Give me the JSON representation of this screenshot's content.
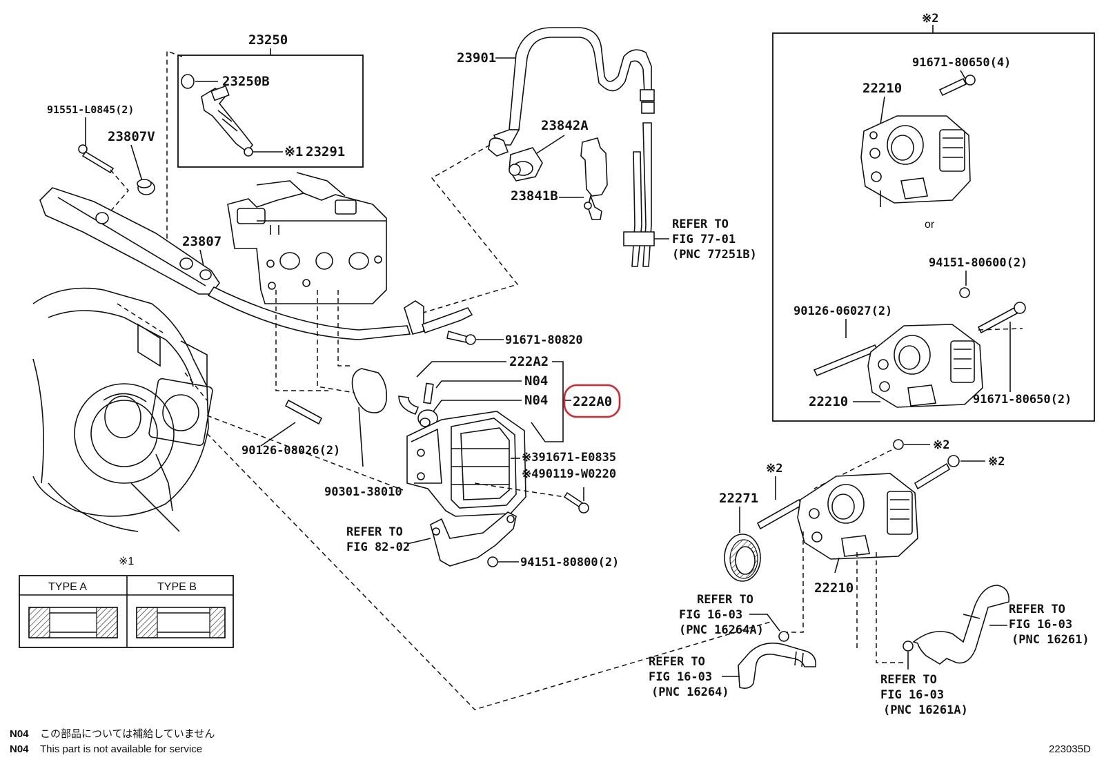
{
  "diagram_id": "223035D",
  "highlight_color": "#d8262d",
  "labels": {
    "p23250": "23250",
    "p23250B": "23250B",
    "p23291_mark": "※1",
    "p23291": "23291",
    "p91551": "91551-L0845(2)",
    "p23807V": "23807V",
    "p23807": "23807",
    "p23901": "23901",
    "p23842A": "23842A",
    "p23841B": "23841B",
    "ref77_a": "REFER TO",
    "ref77_b": "FIG 77-01",
    "ref77_c": "(PNC 77251B)",
    "p91671_80820": "91671-80820",
    "p222A2": "222A2",
    "n04_1": "N04",
    "n04_2": "N04",
    "p222A0": "222A0",
    "p90126_08026": "90126-08026(2)",
    "p3_91671": "※391671-E0835",
    "p4_90119": "※490119-W0220",
    "p90301": "90301-38010",
    "ref82_a": "REFER TO",
    "ref82_b": "FIG 82-02",
    "p94151_80800": "94151-80800(2)",
    "box2_mark": "※2",
    "b_91671_80650_4": "91671-80650(4)",
    "b_22210_top": "22210",
    "b_or": "or",
    "b_94151_80600": "94151-80600(2)",
    "b_90126_06027": "90126-06027(2)",
    "b_91671_80650_2": "91671-80650(2)",
    "b_22210_bot": "22210",
    "m2_a": "※2",
    "m2_b": "※2",
    "m2_c": "※2",
    "p22271": "22271",
    "p22210_main": "22210",
    "ref16_1a": "REFER TO",
    "ref16_1b": "FIG 16-03",
    "ref16_1c": "(PNC 16264A)",
    "ref16_2a": "REFER TO",
    "ref16_2b": "FIG 16-03",
    "ref16_2c": "(PNC 16264)",
    "ref16_3a": "REFER TO",
    "ref16_3b": "FIG 16-03",
    "ref16_3c": "(PNC 16261)",
    "ref16_4a": "REFER TO",
    "ref16_4b": "FIG 16-03",
    "ref16_4c": "(PNC 16261A)",
    "type_mark": "※1",
    "type_a": "TYPE A",
    "type_b": "TYPE B"
  },
  "notes": [
    {
      "code": "N04",
      "text": "この部品については補給していません"
    },
    {
      "code": "N04",
      "text": "This part is not available for service"
    }
  ]
}
